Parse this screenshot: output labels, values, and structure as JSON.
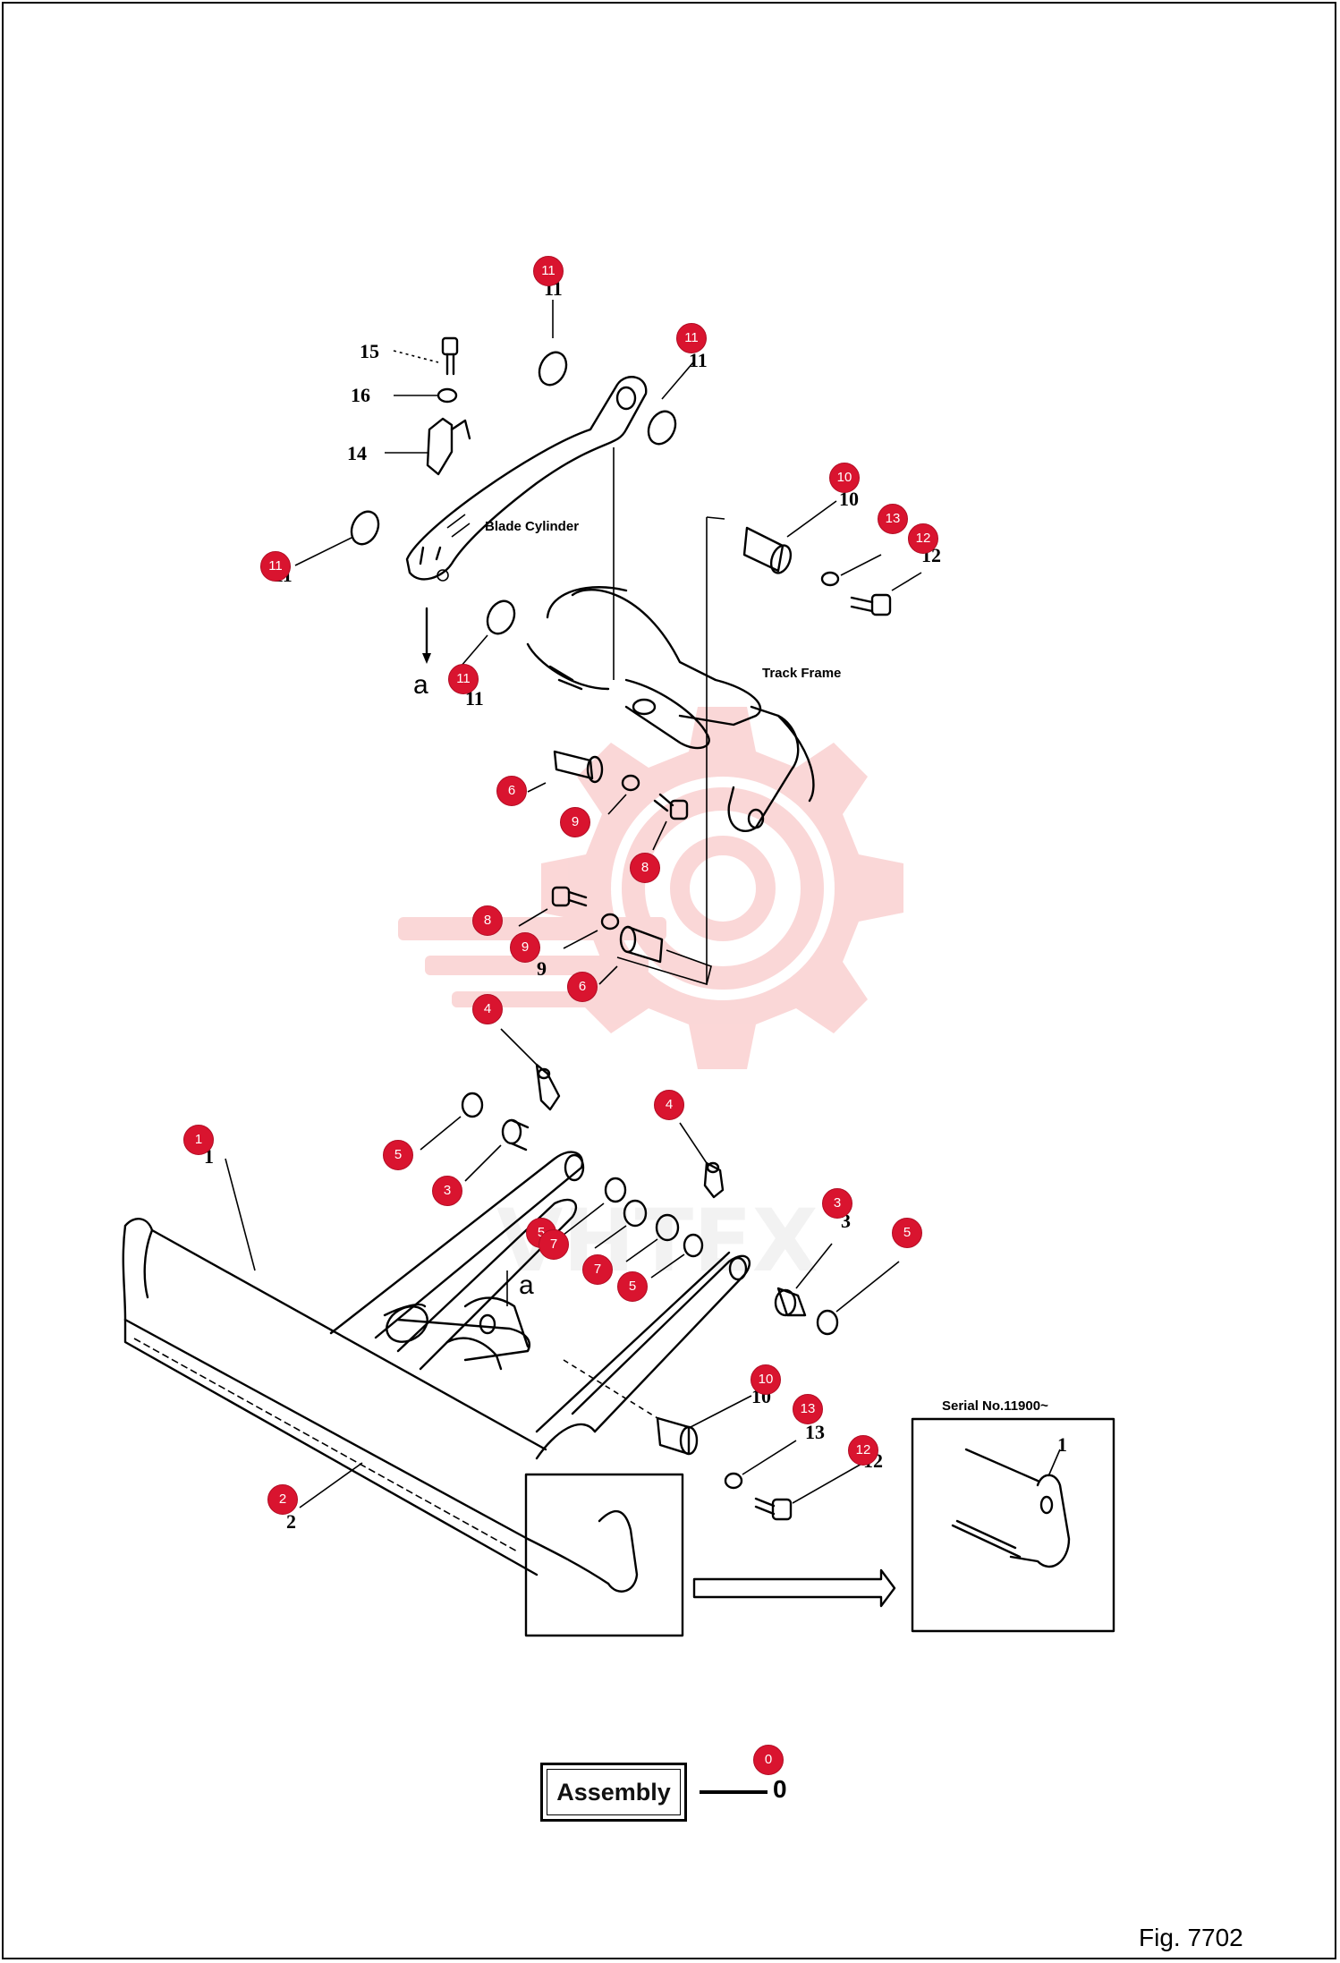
{
  "figure_label": "Fig. 7702",
  "assembly": {
    "label": "Assembly",
    "number": "0",
    "badge": "0"
  },
  "watermark_text": "VHTEX",
  "annotations": {
    "blade_cylinder": "Blade Cylinder",
    "track_frame": "Track Frame",
    "serial": "Serial No.11900~",
    "ref_a": "a"
  },
  "printed_part_numbers": {
    "n15": "15",
    "n16": "16",
    "n14": "14",
    "n11a": "11",
    "n11b": "11",
    "n11c": "11",
    "n11d": "11",
    "n10a": "10",
    "n12a": "12",
    "n9a": "9",
    "n9b": "9",
    "n13b": "13",
    "n12b": "12",
    "n10b": "10",
    "n3": "3",
    "n2": "2",
    "n1": "1",
    "n1b": "1"
  },
  "part_badges": [
    "11",
    "11",
    "11",
    "11",
    "10",
    "13",
    "12",
    "6",
    "9",
    "8",
    "8",
    "9",
    "6",
    "4",
    "4",
    "1",
    "5",
    "3",
    "5",
    "7",
    "7",
    "5",
    "3",
    "5",
    "10",
    "13",
    "12",
    "2"
  ],
  "colors": {
    "badge_fill": "#d9142f",
    "watermark": "#f7b7b7"
  }
}
